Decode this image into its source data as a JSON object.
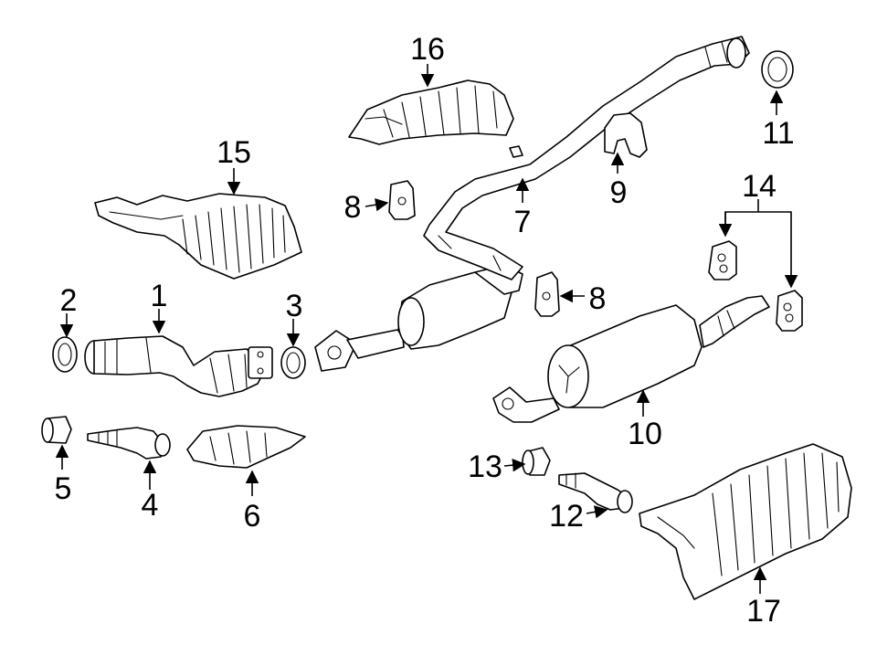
{
  "diagram": {
    "callouts": {
      "c1": "1",
      "c2": "2",
      "c3": "3",
      "c4": "4",
      "c5": "5",
      "c6": "6",
      "c7": "7",
      "c8a": "8",
      "c8b": "8",
      "c9": "9",
      "c10": "10",
      "c11": "11",
      "c12": "12",
      "c13": "13",
      "c14": "14",
      "c15": "15",
      "c16": "16",
      "c17": "17"
    }
  }
}
